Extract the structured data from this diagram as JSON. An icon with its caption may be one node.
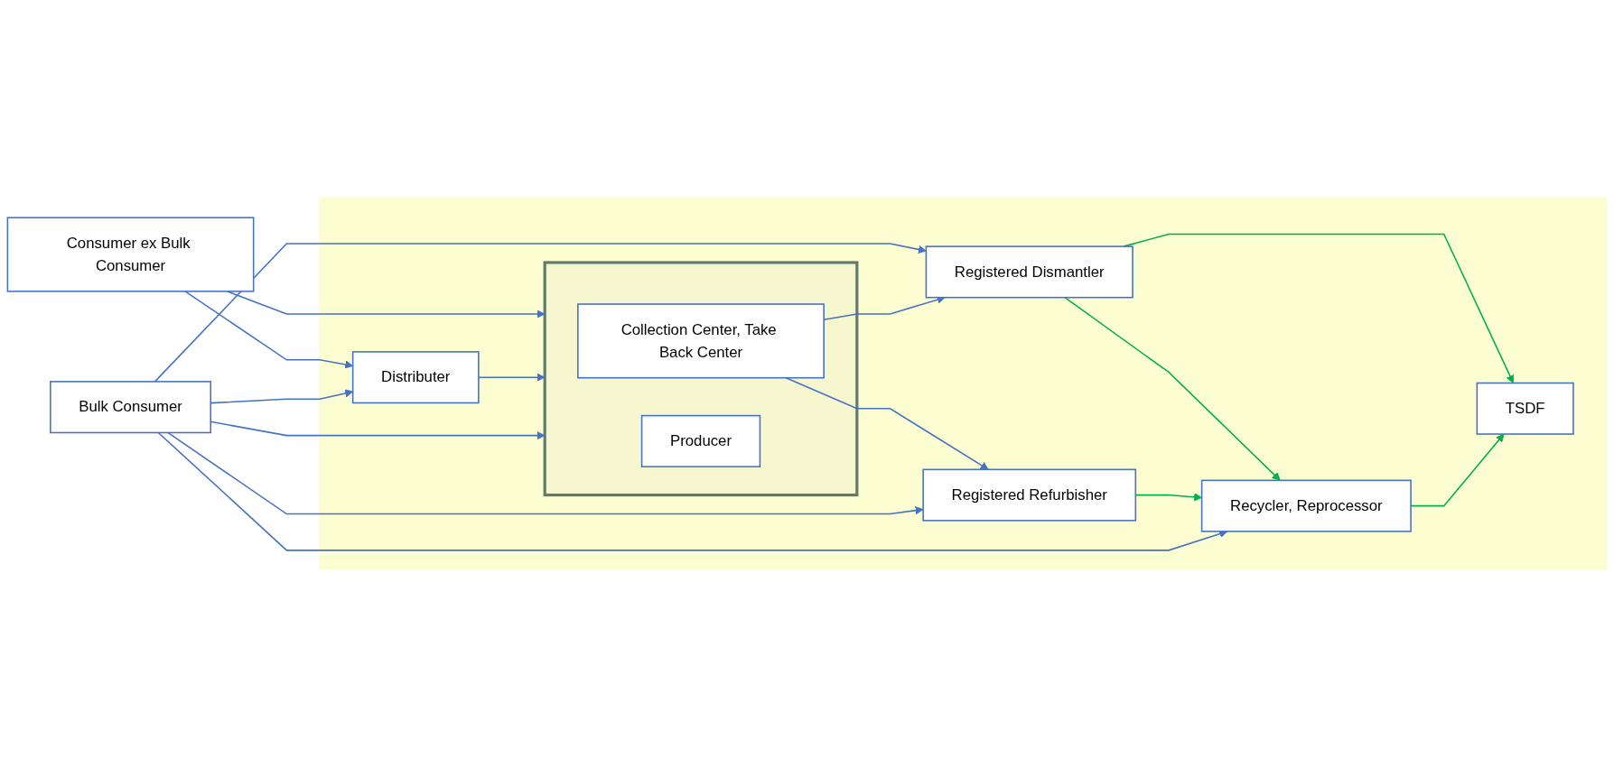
{
  "diagram": {
    "nodes": [
      {
        "text": [],
        "shape": "box"
      },
      {
        "text": [
          "Consumer ex Bulk Consumer"
        ]
      },
      {
        "text": [
          "Bulk Consumer"
        ]
      },
      {
        "text": [
          "Distributer"
        ],
        "in": 0
      },
      {
        "text": [],
        "shape": "box",
        "in": 0
      },
      {
        "text": [
          "Collection Center, Take Back Center"
        ],
        "in": 4
      },
      {
        "text": [
          "Producer"
        ],
        "in": 4
      },
      {
        "text": [
          "Registered Dismantler"
        ],
        "in": 0
      },
      {
        "text": [
          "Registered Refurbisher"
        ],
        "in": 0
      },
      {
        "text": [
          "TSDF"
        ],
        "in": 0
      },
      {
        "text": [
          "Recycler, Reprocessor"
        ],
        "in": 0
      }
    ],
    "edges": [
      {
        "from": 2,
        "to": 7,
        "arrow": "to"
      },
      {
        "from": 1,
        "to": 4,
        "arrow": "to"
      },
      {
        "from": 1,
        "to": 3,
        "arrow": "to"
      },
      {
        "from": 3,
        "to": 4,
        "arrow": "to"
      },
      {
        "from": 2,
        "to": 3,
        "arrow": "to"
      },
      {
        "from": 2,
        "to": 4,
        "arrow": "to"
      },
      {
        "from": 5,
        "to": 7,
        "arrow": "to"
      },
      {
        "from": 5,
        "to": 8,
        "arrow": "to"
      },
      {
        "from": 7,
        "to": 9,
        "arrow": "to",
        "color": "#00b050"
      },
      {
        "from": 7,
        "to": 10,
        "arrow": "to",
        "color": "#00b050"
      },
      {
        "from": 8,
        "to": 10,
        "arrow": "to",
        "color": "#00b050"
      },
      {
        "from": 10,
        "to": 9,
        "arrow": "to",
        "color": "#00b050"
      },
      {
        "from": 2,
        "to": 8,
        "arrow": "to"
      },
      {
        "from": 2,
        "to": 10,
        "arrow": "to"
      }
    ]
  }
}
